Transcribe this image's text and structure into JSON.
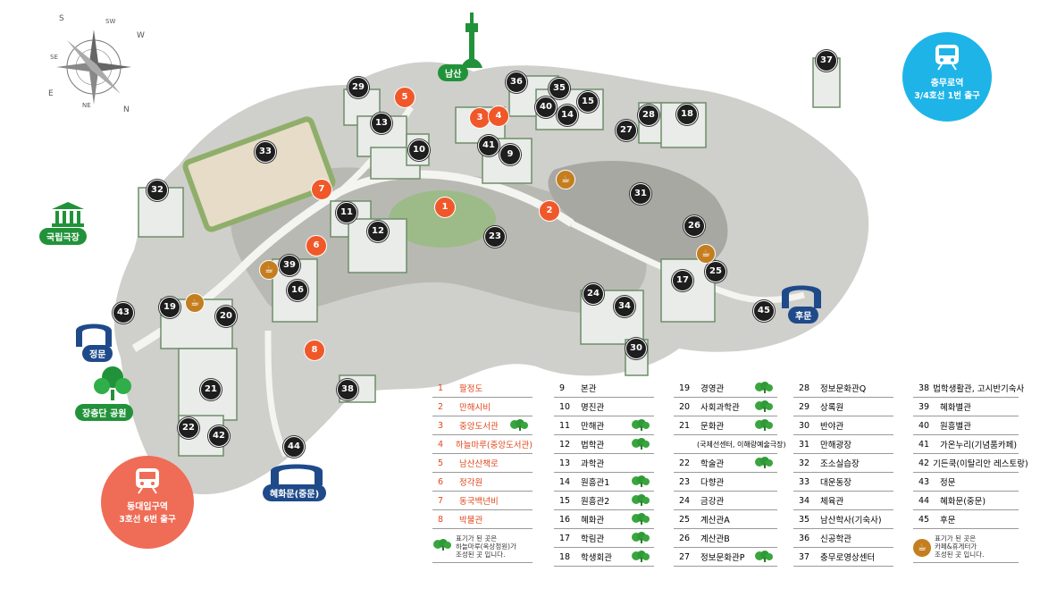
{
  "compass": {
    "letters": [
      "SE",
      "SW",
      "W",
      "S",
      "NE",
      "N",
      "E"
    ]
  },
  "labels": {
    "namsan": "남산",
    "theater": "국립극장",
    "park": "장충단 공원",
    "main_gate": "정문",
    "back_gate": "후문",
    "hyehwa_gate": "혜화문(중문)"
  },
  "stations": {
    "chungmuro": {
      "name": "충무로역",
      "exit": "3/4호선 1번 출구"
    },
    "dongguk": {
      "name": "동대입구역",
      "exit": "3호선 6번 출구"
    }
  },
  "markers": {
    "black": [
      "9",
      "10",
      "11",
      "12",
      "13",
      "14",
      "15",
      "16",
      "17",
      "18",
      "19",
      "20",
      "21",
      "22",
      "23",
      "24",
      "25",
      "26",
      "27",
      "28",
      "29",
      "30",
      "31",
      "32",
      "33",
      "34",
      "35",
      "36",
      "37",
      "38",
      "39",
      "40",
      "41",
      "42",
      "43",
      "44",
      "45"
    ],
    "orange": [
      "1",
      "2",
      "3",
      "4",
      "5",
      "6",
      "7",
      "8"
    ]
  },
  "legend": {
    "col1": [
      {
        "num": "1",
        "name": "팔정도",
        "tree": false
      },
      {
        "num": "2",
        "name": "만해시비",
        "tree": false
      },
      {
        "num": "3",
        "name": "중앙도서관",
        "tree": true
      },
      {
        "num": "4",
        "name": "하늘마루(중앙도서관)",
        "tree": false
      },
      {
        "num": "5",
        "name": "남산산책로",
        "tree": false
      },
      {
        "num": "6",
        "name": "정각원",
        "tree": false
      },
      {
        "num": "7",
        "name": "동국백년비",
        "tree": false
      },
      {
        "num": "8",
        "name": "박물관",
        "tree": false
      }
    ],
    "col1_note": [
      "표기가 된 곳은",
      "하늘마루(옥상정원)가",
      "조성된 곳 입니다."
    ],
    "col2": [
      {
        "num": "9",
        "name": "본관",
        "tree": false
      },
      {
        "num": "10",
        "name": "명진관",
        "tree": false
      },
      {
        "num": "11",
        "name": "만해관",
        "tree": true
      },
      {
        "num": "12",
        "name": "법학관",
        "tree": true
      },
      {
        "num": "13",
        "name": "과학관",
        "tree": false
      },
      {
        "num": "14",
        "name": "원흥관1",
        "tree": true
      },
      {
        "num": "15",
        "name": "원흥관2",
        "tree": true
      },
      {
        "num": "16",
        "name": "혜화관",
        "tree": true
      },
      {
        "num": "17",
        "name": "학림관",
        "tree": true
      },
      {
        "num": "18",
        "name": "학생회관",
        "tree": true
      }
    ],
    "col3": [
      {
        "num": "19",
        "name": "경영관",
        "tree": true
      },
      {
        "num": "20",
        "name": "사회과학관",
        "tree": true
      },
      {
        "num": "21",
        "name": "문화관",
        "tree": true
      },
      {
        "num": "",
        "name": "(국제선센터, 이해랑예술극장)",
        "tree": false
      },
      {
        "num": "22",
        "name": "학술관",
        "tree": true
      },
      {
        "num": "23",
        "name": "다향관",
        "tree": false
      },
      {
        "num": "24",
        "name": "금강관",
        "tree": false
      },
      {
        "num": "25",
        "name": "계산관A",
        "tree": false
      },
      {
        "num": "26",
        "name": "계산관B",
        "tree": false
      },
      {
        "num": "27",
        "name": "정보문화관P",
        "tree": true
      }
    ],
    "col4": [
      {
        "num": "28",
        "name": "정보문화관Q",
        "tree": false
      },
      {
        "num": "29",
        "name": "상록원",
        "tree": false
      },
      {
        "num": "30",
        "name": "반야관",
        "tree": false
      },
      {
        "num": "31",
        "name": "만해광장",
        "tree": false
      },
      {
        "num": "32",
        "name": "조소실습장",
        "tree": false
      },
      {
        "num": "33",
        "name": "대운동장",
        "tree": false
      },
      {
        "num": "34",
        "name": "체육관",
        "tree": false
      },
      {
        "num": "35",
        "name": "남산학사(기숙사)",
        "tree": false
      },
      {
        "num": "36",
        "name": "신공학관",
        "tree": false
      },
      {
        "num": "37",
        "name": "충무로영상센터",
        "tree": false
      }
    ],
    "col5": [
      {
        "num": "38",
        "name": "법학생활관, 고시반기숙사",
        "tree": false
      },
      {
        "num": "39",
        "name": "혜화별관",
        "tree": false
      },
      {
        "num": "40",
        "name": "원흥별관",
        "tree": false
      },
      {
        "num": "41",
        "name": "가온누리(기념품카페)",
        "tree": false
      },
      {
        "num": "42",
        "name": "기든쿡(이탈리안 레스토랑)",
        "tree": false
      },
      {
        "num": "43",
        "name": "정문",
        "tree": false
      },
      {
        "num": "44",
        "name": "혜화문(중문)",
        "tree": false
      },
      {
        "num": "45",
        "name": "후문",
        "tree": false
      }
    ],
    "col5_note": [
      "표기가 된 곳은",
      "카페&휴게터가",
      "조성된 곳 입니다."
    ]
  },
  "colors": {
    "orange": "#f0582a",
    "cyan": "#1eb4e8",
    "salmon": "#ef6c56",
    "green": "#22923a",
    "navy": "#1f4a8a",
    "cafe": "#c47e1f"
  }
}
